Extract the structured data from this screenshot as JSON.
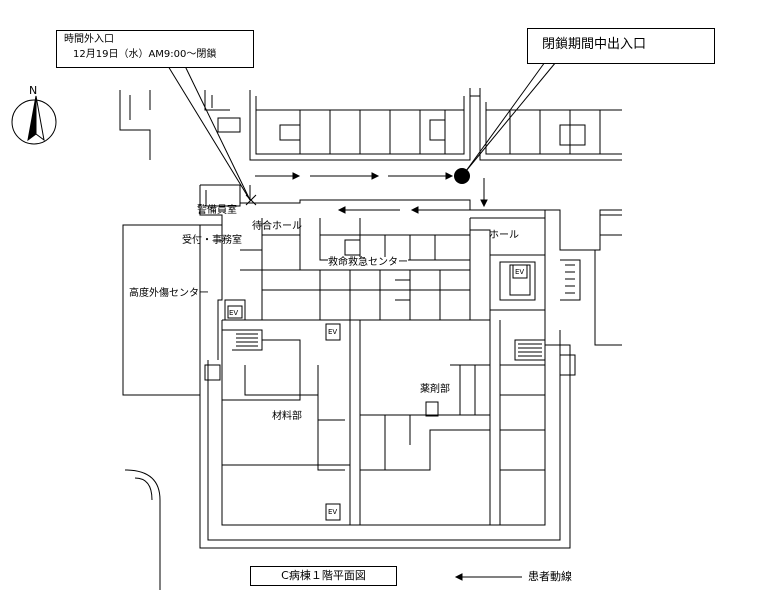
{
  "callouts": {
    "after_hours": {
      "title": "時間外入口",
      "detail": "12月19日（水）AM9:00～閉鎖"
    },
    "closure_entrance": "閉鎖期間中出入口"
  },
  "compass": {
    "letter": "N"
  },
  "rooms": {
    "security": "警備員室",
    "waiting": "待合ホール",
    "reception": "受付・事務室",
    "hall": "ホール",
    "emergency": "救命救急センター",
    "trauma": "高度外傷センター",
    "pharmacy": "薬剤部",
    "materials": "材料部"
  },
  "elevators": {
    "label": "EV"
  },
  "legend": {
    "title": "C病棟１階平面図",
    "route_label": "患者動線"
  }
}
